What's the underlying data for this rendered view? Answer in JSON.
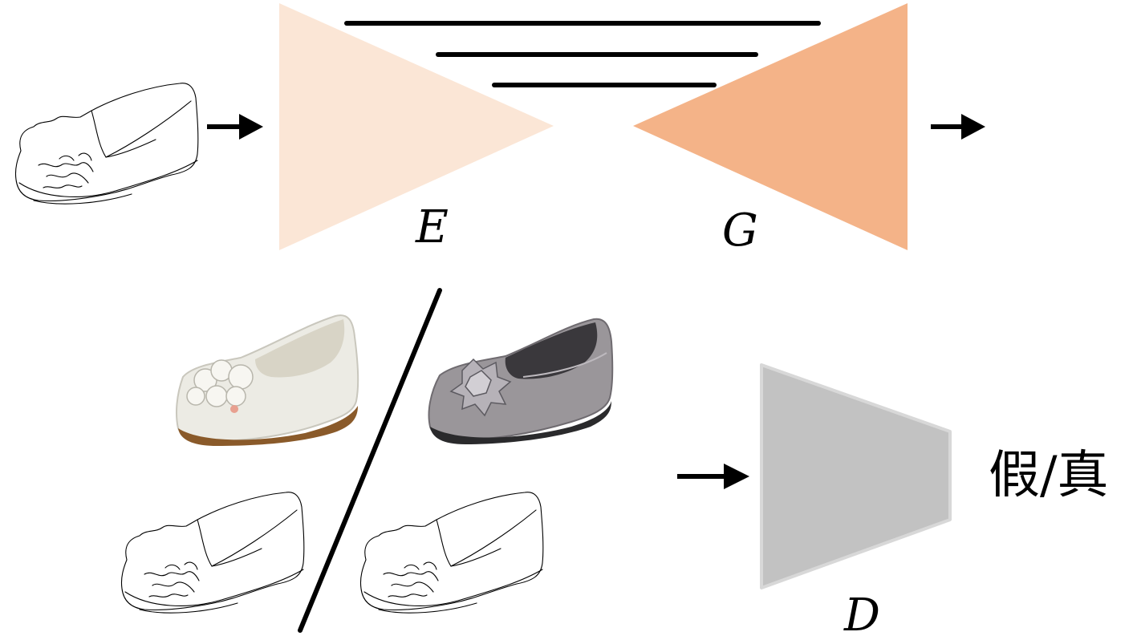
{
  "labels": {
    "encoder": "E",
    "generator": "G",
    "discriminator": "D",
    "output": "假/真"
  },
  "colors": {
    "encoder_fill": "#fbe6d6",
    "generator_fill": "#f4b388",
    "discriminator_fill": "#c2c2c2",
    "discriminator_stroke": "#d8d8d8",
    "line": "#000000",
    "white_shoe": "#ecebe4",
    "silver_shoe": "#9a969a",
    "sole": "#8a5a2a"
  },
  "icons": {
    "input_sketch": "shoe-sketch-icon",
    "real_photo": "white-shoe-photo",
    "fake_photo": "silver-shoe-photo"
  }
}
